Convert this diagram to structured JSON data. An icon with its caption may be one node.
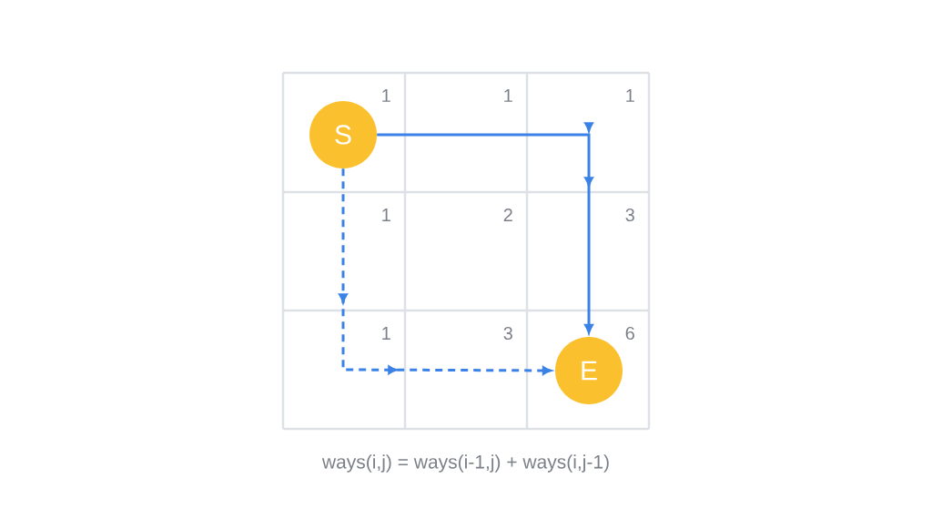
{
  "diagram": {
    "caption": "ways(i,j) = ways(i-1,j) + ways(i,j-1)",
    "nodes": [
      {
        "text": [
          "S"
        ]
      },
      {
        "text": [
          "E"
        ]
      }
    ],
    "edges": [
      {
        "from": 0,
        "to": 1,
        "arrow": "to"
      },
      {
        "from": 0,
        "to": 1,
        "arrow": "to",
        "style": "dashed"
      }
    ],
    "labels": [
      "1",
      "1",
      "1",
      "1",
      "2",
      "3",
      "1",
      "3",
      "6"
    ]
  }
}
